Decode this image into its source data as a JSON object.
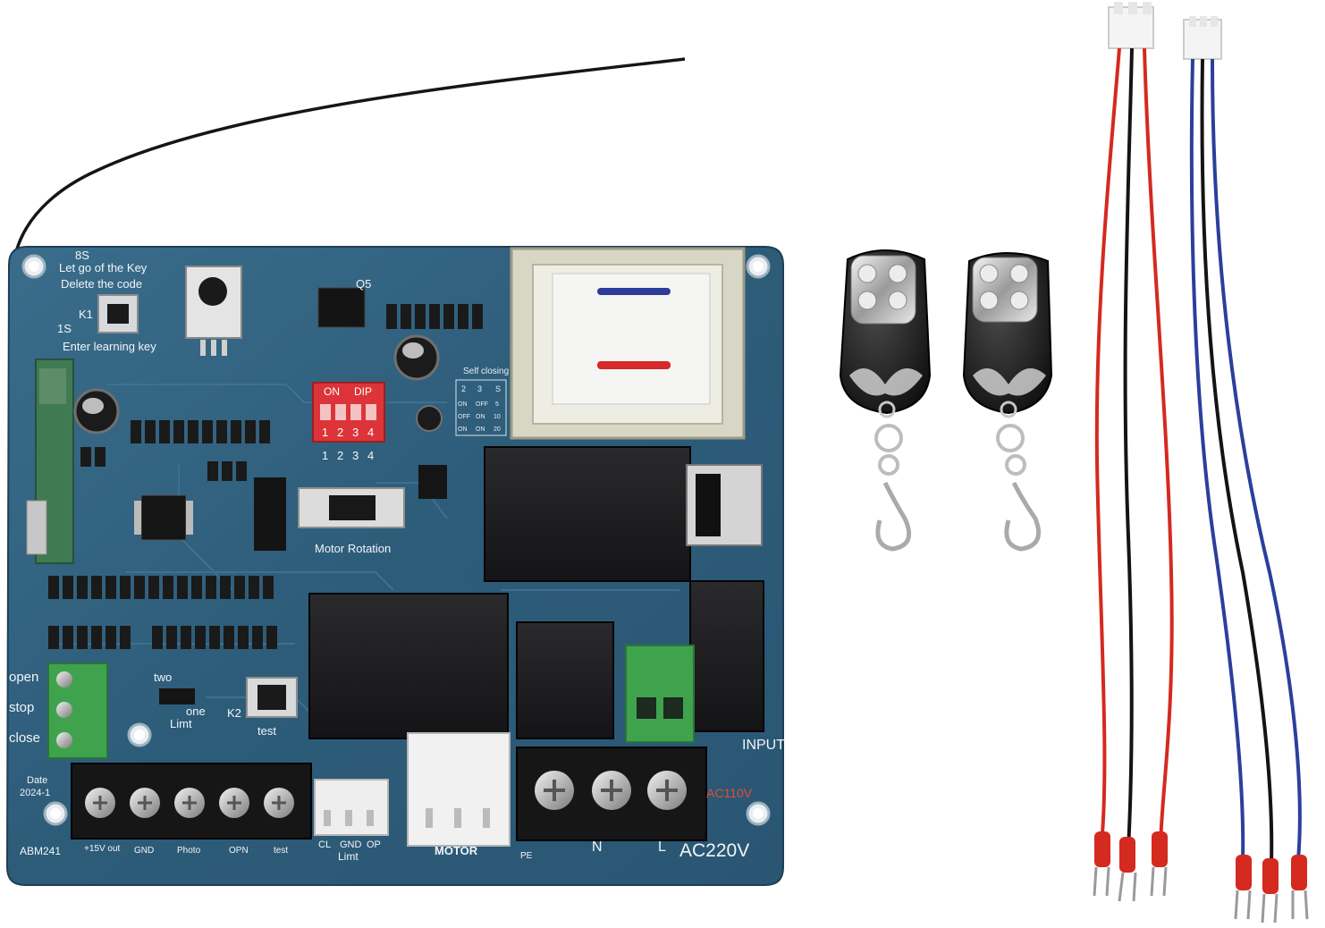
{
  "board": {
    "label_8s": "8S",
    "label_letgo": "Let go of the Key",
    "label_delete": "Delete the code",
    "label_k1": "K1",
    "label_1s": "1S",
    "label_enter": "Enter learning key",
    "label_q5": "Q5",
    "label_dip_on": "ON",
    "label_dip_dip": "DIP",
    "dip_numbers": [
      "1",
      "2",
      "3",
      "4"
    ],
    "label_self_closing": "Self closing",
    "self_closing_table": {
      "header": [
        "2",
        "3",
        "S"
      ],
      "rows": [
        [
          "ON",
          "OFF",
          "5"
        ],
        [
          "OFF",
          "ON",
          "10"
        ],
        [
          "ON",
          "ON",
          "20"
        ]
      ]
    },
    "label_motor_rotation": "Motor Rotation",
    "label_two": "two",
    "label_one": "one",
    "label_limt": "Limt",
    "label_k2": "K2",
    "label_test": "test",
    "label_open": "open",
    "label_stop": "stop",
    "label_close": "close",
    "label_date": "Date",
    "label_date_value": "2024-1",
    "label_model": "ABM241",
    "terminal_labels": [
      "+15V out",
      "GND",
      "Photo",
      "OPN",
      "test"
    ],
    "limit_labels": [
      "CL",
      "GND",
      "OP"
    ],
    "limit_caption": "Limt",
    "label_motor": "MOTOR",
    "label_pe": "PE",
    "label_n": "N",
    "label_l": "L",
    "label_ac220": "AC220V",
    "label_ac110": "AC110V",
    "label_input": "INPUT"
  },
  "wires": {
    "left_bundle_colors": [
      "#d42a20",
      "#141414",
      "#d42a20"
    ],
    "right_bundle_colors": [
      "#2b3f9c",
      "#141414",
      "#2b3f9c"
    ]
  },
  "colors": {
    "pcb": "#2f5f7c",
    "relay": "#1c1c1e",
    "terminal_green": "#3fa34d",
    "dip_red": "#e0363a"
  }
}
